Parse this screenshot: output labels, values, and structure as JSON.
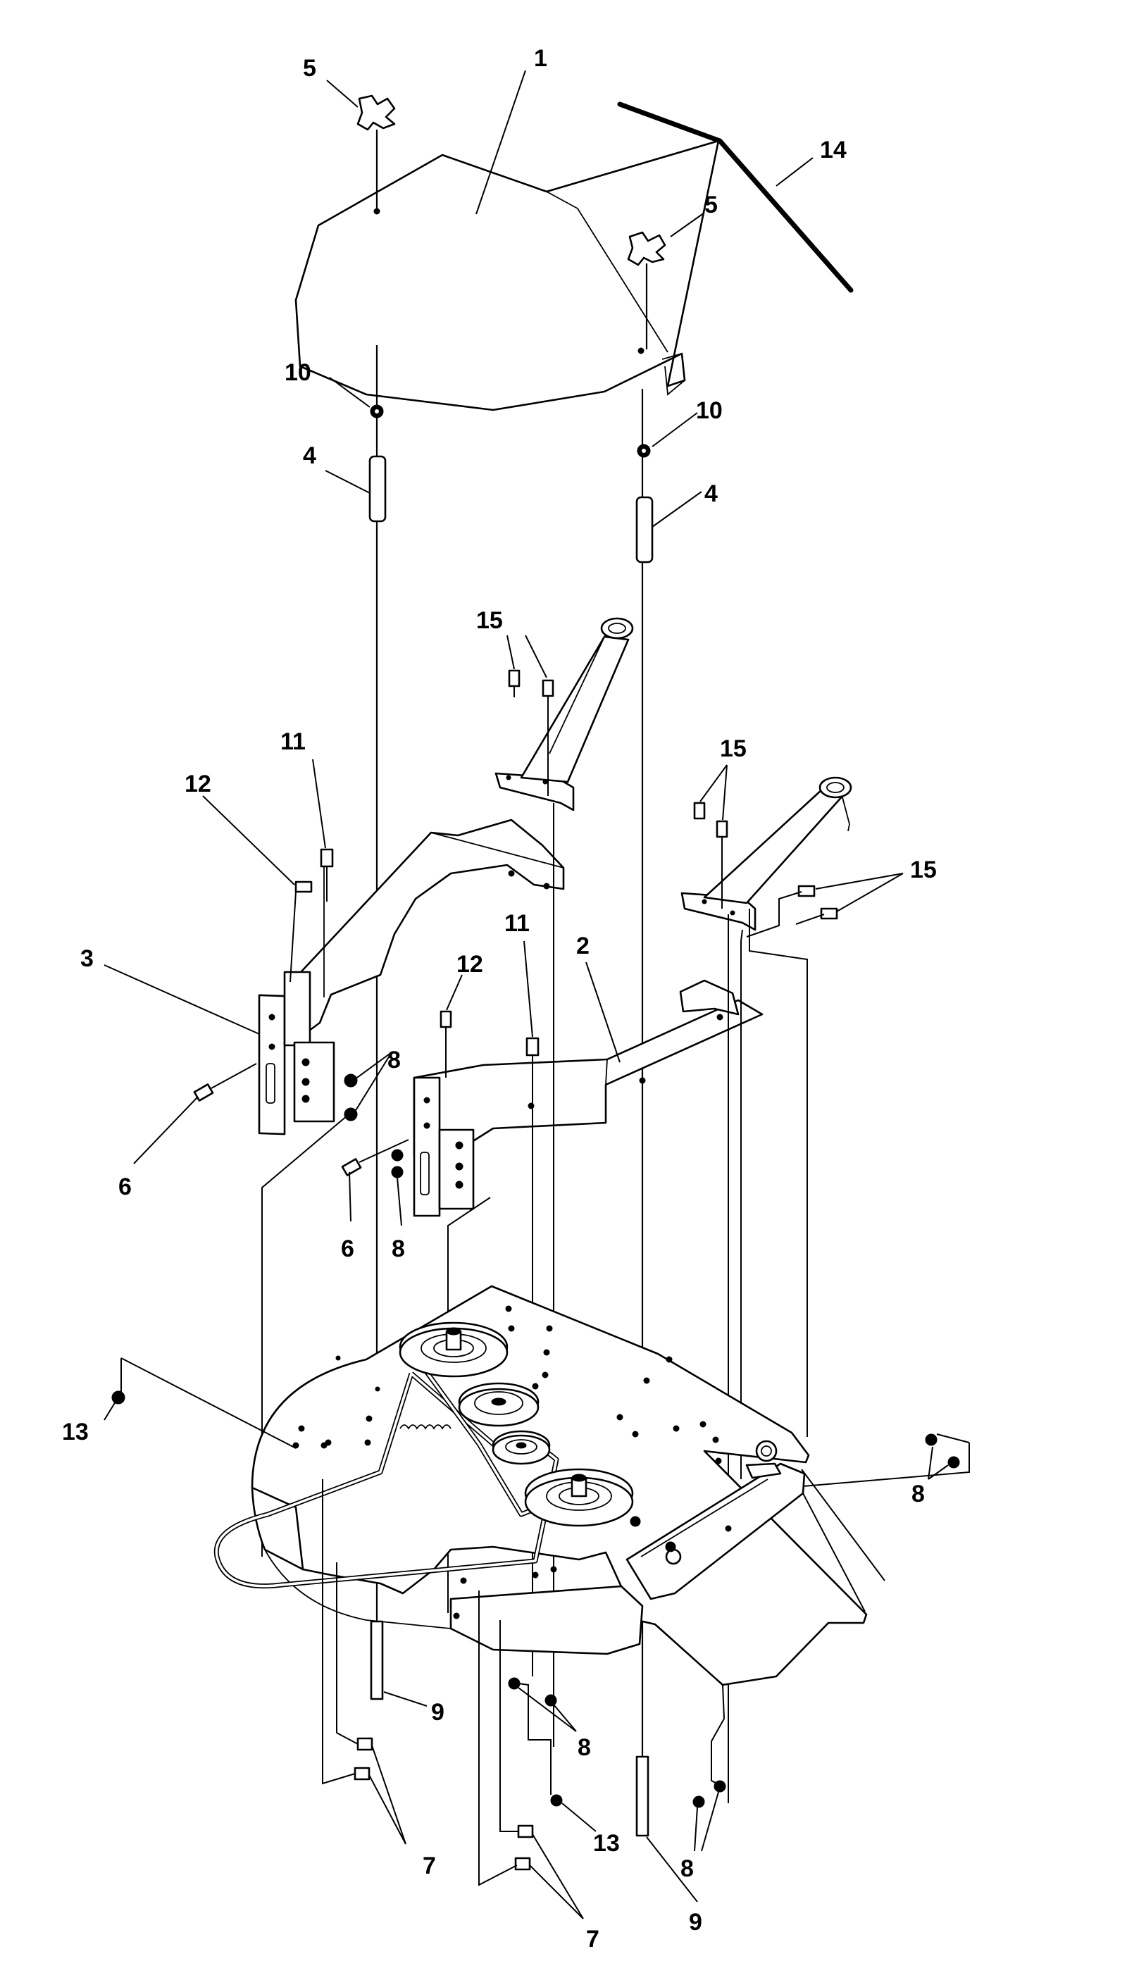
{
  "figure": {
    "callouts": [
      {
        "id": "c1",
        "text": "1"
      },
      {
        "id": "c2",
        "text": "2"
      },
      {
        "id": "c3",
        "text": "3"
      },
      {
        "id": "c4a",
        "text": "4"
      },
      {
        "id": "c4b",
        "text": "4"
      },
      {
        "id": "c5a",
        "text": "5"
      },
      {
        "id": "c5b",
        "text": "5"
      },
      {
        "id": "c6a",
        "text": "6"
      },
      {
        "id": "c6b",
        "text": "6"
      },
      {
        "id": "c7a",
        "text": "7"
      },
      {
        "id": "c7b",
        "text": "7"
      },
      {
        "id": "c8a",
        "text": "8"
      },
      {
        "id": "c8b",
        "text": "8"
      },
      {
        "id": "c8c",
        "text": "8"
      },
      {
        "id": "c8d",
        "text": "8"
      },
      {
        "id": "c8e",
        "text": "8"
      },
      {
        "id": "c9a",
        "text": "9"
      },
      {
        "id": "c9b",
        "text": "9"
      },
      {
        "id": "c10a",
        "text": "10"
      },
      {
        "id": "c10b",
        "text": "10"
      },
      {
        "id": "c11a",
        "text": "11"
      },
      {
        "id": "c11b",
        "text": "11"
      },
      {
        "id": "c12a",
        "text": "12"
      },
      {
        "id": "c12b",
        "text": "12"
      },
      {
        "id": "c13a",
        "text": "13"
      },
      {
        "id": "c13b",
        "text": "13"
      },
      {
        "id": "c14",
        "text": "14"
      },
      {
        "id": "c15a",
        "text": "15"
      },
      {
        "id": "c15b",
        "text": "15"
      },
      {
        "id": "c15c",
        "text": "15"
      }
    ]
  }
}
